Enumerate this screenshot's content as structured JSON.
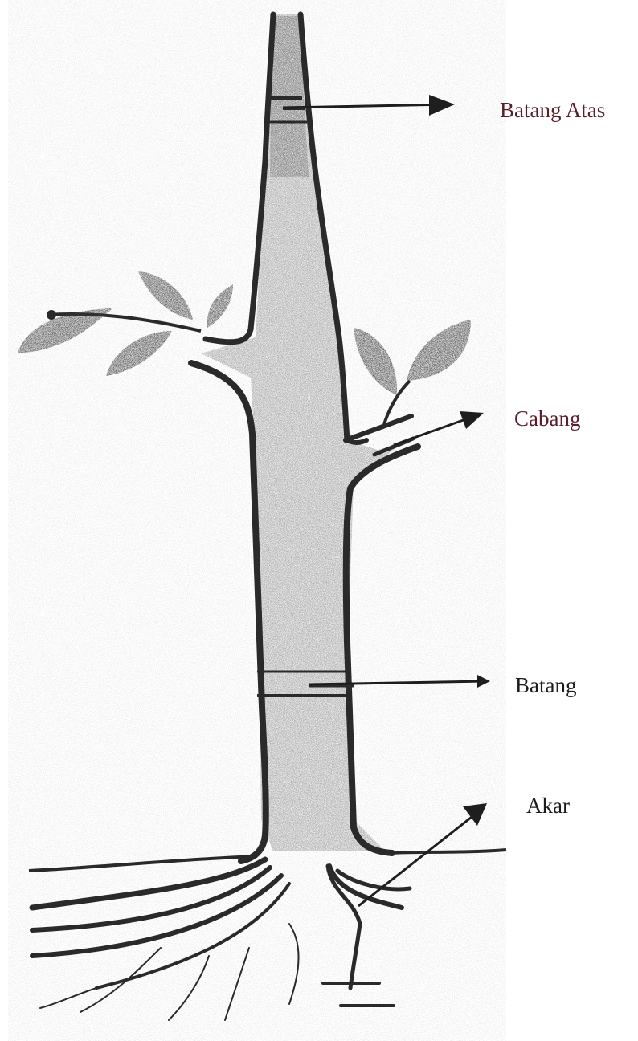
{
  "labels": {
    "batang_atas": "Batang Atas",
    "cabang": "Cabang",
    "batang": "Batang",
    "akar": "Akar"
  },
  "colors": {
    "label_text": "#5a1f2b",
    "label_text_dark": "#1c1c1c",
    "ink": "#2a2a2a",
    "stipple": "#d9d9d9"
  }
}
